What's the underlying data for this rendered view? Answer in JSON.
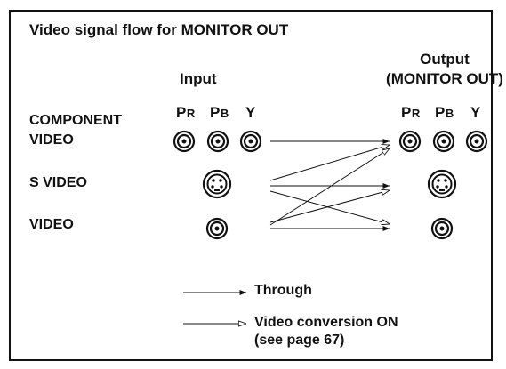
{
  "title": "Video signal flow for MONITOR OUT",
  "input_heading": "Input",
  "output_heading": {
    "line1": "Output",
    "line2": "(MONITOR OUT)"
  },
  "channel_labels": {
    "pr_main": "P",
    "pr_sub": "R",
    "pb_main": "P",
    "pb_sub": "B",
    "y": "Y"
  },
  "rows": {
    "component_line1": "COMPONENT",
    "component_line2": "VIDEO",
    "s_video": "S VIDEO",
    "video": "VIDEO"
  },
  "legend": {
    "through": "Through",
    "conversion_line1": "Video conversion ON",
    "conversion_line2": "(see page 67)"
  },
  "colors": {
    "line": "#111111",
    "background": "#ffffff"
  }
}
